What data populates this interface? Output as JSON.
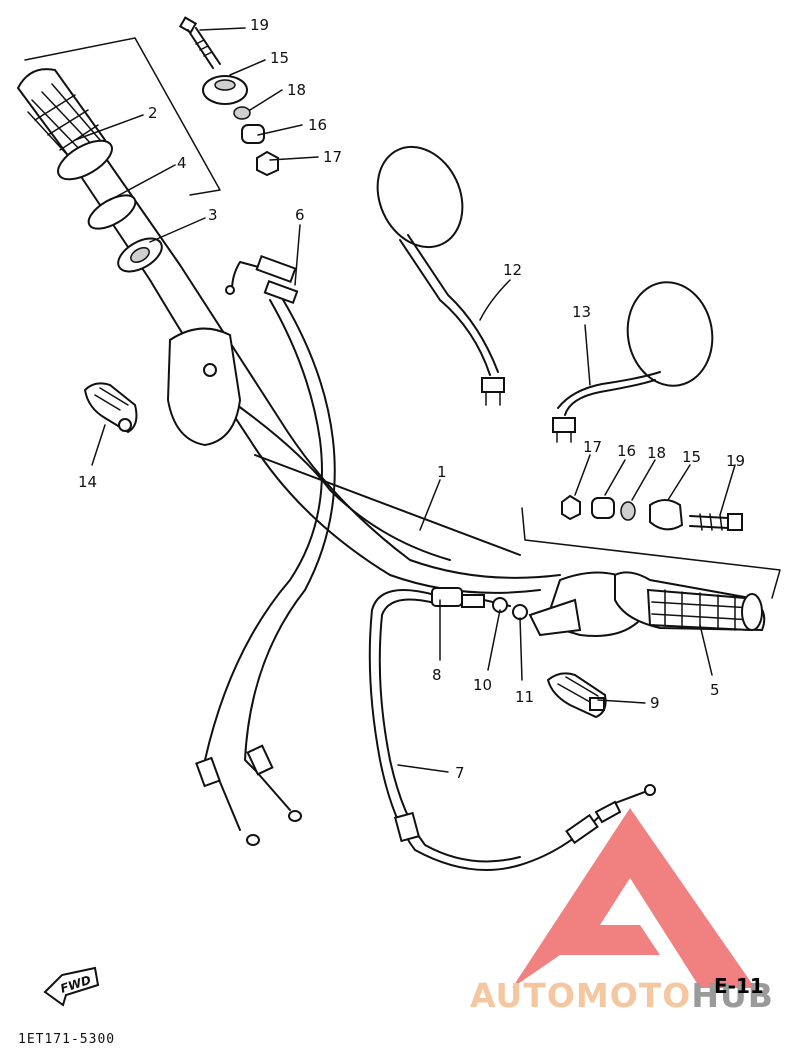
{
  "page_code": "E-11",
  "doc_code": "1ET171-5300",
  "fwd_label": "FWD",
  "watermark": {
    "part_a": "AUTOMOTO",
    "part_b": "HUB",
    "color_a": "#f5c7a0",
    "color_b": "#9a9a9a",
    "logo_color": "#ef6b6b"
  },
  "callouts": [
    "19",
    "15",
    "18",
    "16",
    "17",
    "2",
    "4",
    "3",
    "6",
    "12",
    "13",
    "14",
    "1",
    "17",
    "16",
    "18",
    "15",
    "19",
    "8",
    "10",
    "11",
    "5",
    "9",
    "7"
  ]
}
